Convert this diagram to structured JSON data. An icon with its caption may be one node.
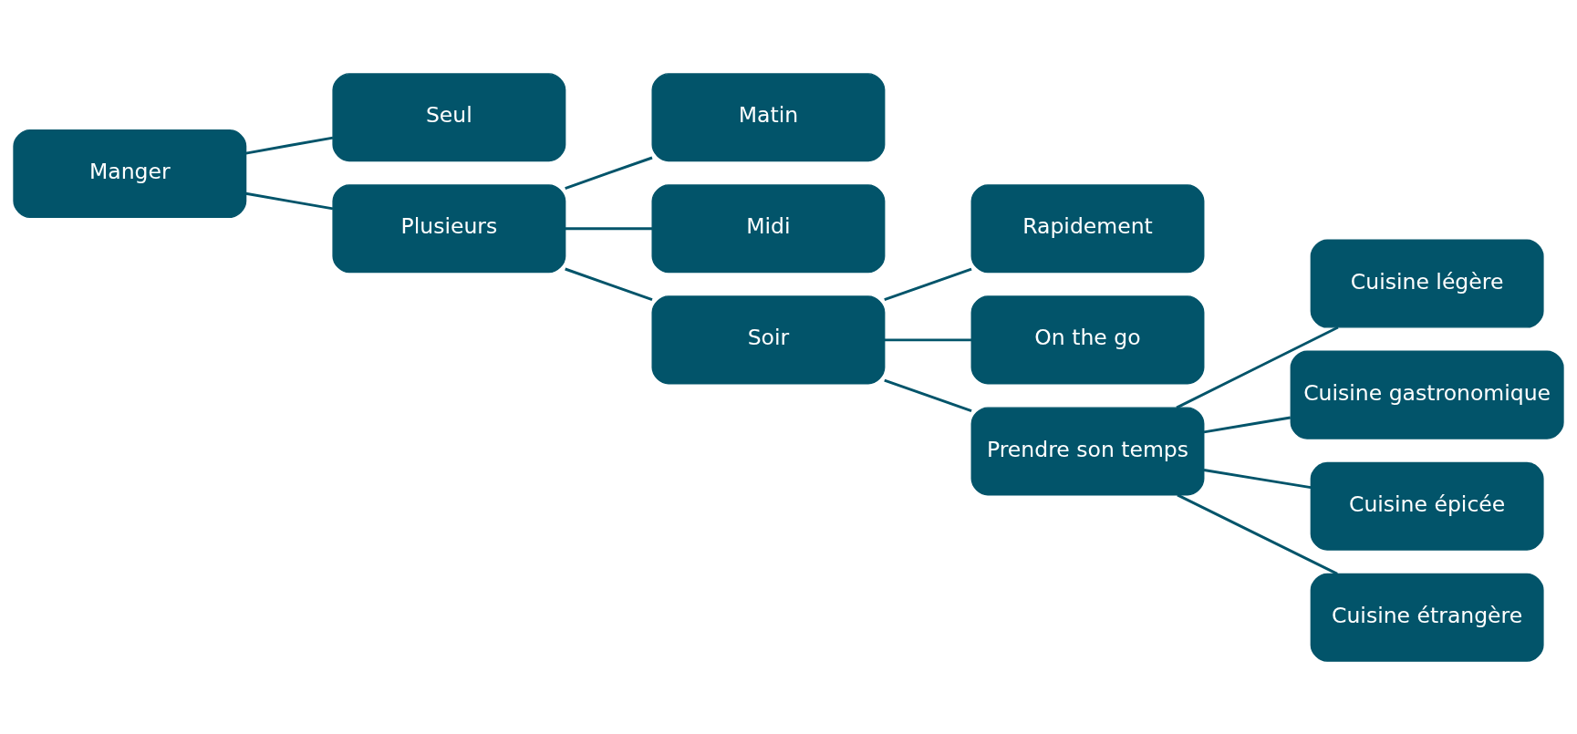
{
  "diagram": {
    "nodes": [
      {
        "text": [
          "Manger"
        ]
      },
      {
        "text": [
          "Seul"
        ]
      },
      {
        "text": [
          "Plusieurs"
        ]
      },
      {
        "text": [
          "Matin"
        ]
      },
      {
        "text": [
          "Midi"
        ]
      },
      {
        "text": [
          "Soir"
        ]
      },
      {
        "text": [
          "Rapidement"
        ]
      },
      {
        "text": [
          "On the go"
        ]
      },
      {
        "text": [
          "Prendre son temps"
        ]
      },
      {
        "text": [
          "Cuisine légère"
        ]
      },
      {
        "text": [
          "Cuisine gastronomique"
        ]
      },
      {
        "text": [
          "Cuisine épicée"
        ]
      },
      {
        "text": [
          "Cuisine étrangère"
        ]
      }
    ],
    "edges": [
      {
        "from": 0,
        "to": 1,
        "arrow": "none"
      },
      {
        "from": 0,
        "to": 2,
        "arrow": "none"
      },
      {
        "from": 2,
        "to": 3,
        "arrow": "none"
      },
      {
        "from": 2,
        "to": 4,
        "arrow": "none"
      },
      {
        "from": 2,
        "to": 5,
        "arrow": "none"
      },
      {
        "from": 5,
        "to": 6,
        "arrow": "none"
      },
      {
        "from": 5,
        "to": 7,
        "arrow": "none"
      },
      {
        "from": 5,
        "to": 8,
        "arrow": "none"
      },
      {
        "from": 8,
        "to": 9,
        "arrow": "none"
      },
      {
        "from": 8,
        "to": 10,
        "arrow": "none"
      },
      {
        "from": 8,
        "to": 11,
        "arrow": "none"
      },
      {
        "from": 8,
        "to": 12,
        "arrow": "none"
      }
    ]
  }
}
